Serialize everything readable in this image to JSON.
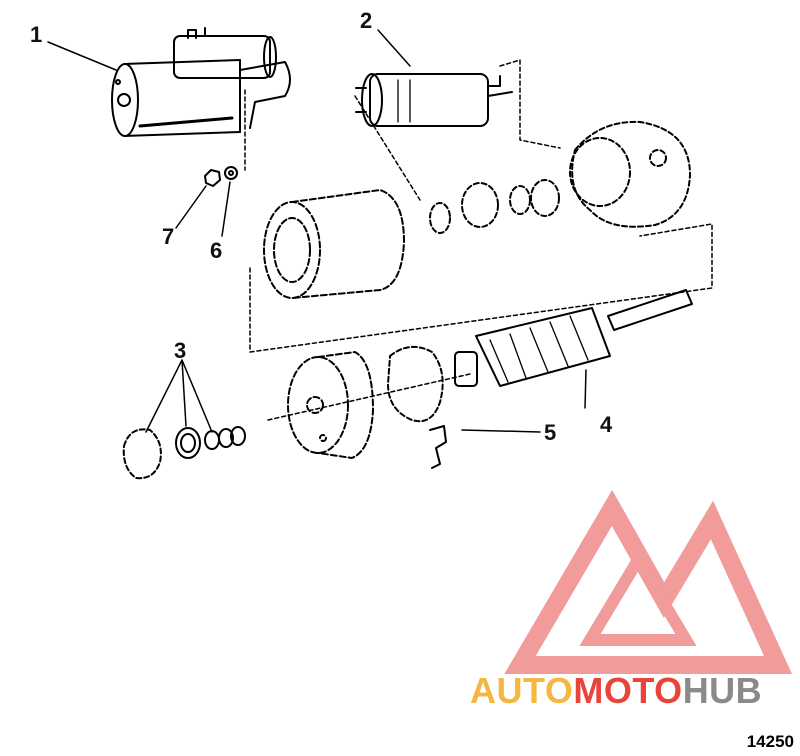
{
  "callouts": {
    "c1": "1",
    "c2": "2",
    "c3": "3",
    "c4": "4",
    "c5": "5",
    "c6": "6",
    "c7": "7"
  },
  "figure_number": "14250",
  "watermark": {
    "part1": "AUTO",
    "part2": "MOTO",
    "part3": "HUB",
    "color1": "#f5b642",
    "color2": "#e8443a",
    "color3": "#8a8a8a",
    "mark_color": "#f08a8a"
  }
}
